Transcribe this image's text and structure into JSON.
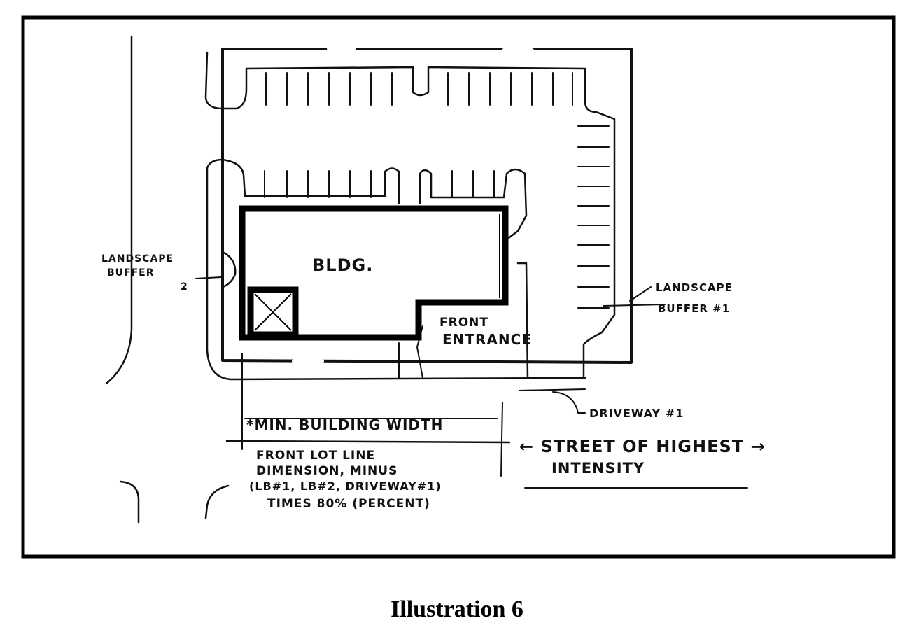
{
  "diagram": {
    "labels": {
      "landscape_buffer_2": [
        "LANDSCAPE",
        "BUFFER",
        "2"
      ],
      "landscape_buffer_1": [
        "LANDSCAPE",
        "BUFFER #1"
      ],
      "building": "BLDG.",
      "front_entrance": [
        "FRONT",
        "ENTRANCE"
      ],
      "driveway_1": "DRIVEWAY #1",
      "min_building_width": "*MIN. BUILDING WIDTH",
      "front_lot_line": [
        "FRONT LOT LINE",
        "DIMENSION, MINUS",
        "(LB#1, LB#2, DRIVEWAY#1)",
        "TIMES 80% (PERCENT)"
      ],
      "street": [
        "← STREET OF HIGHEST →",
        "INTENSITY"
      ]
    },
    "ink_color": "#111111"
  },
  "caption": "Illustration 6"
}
